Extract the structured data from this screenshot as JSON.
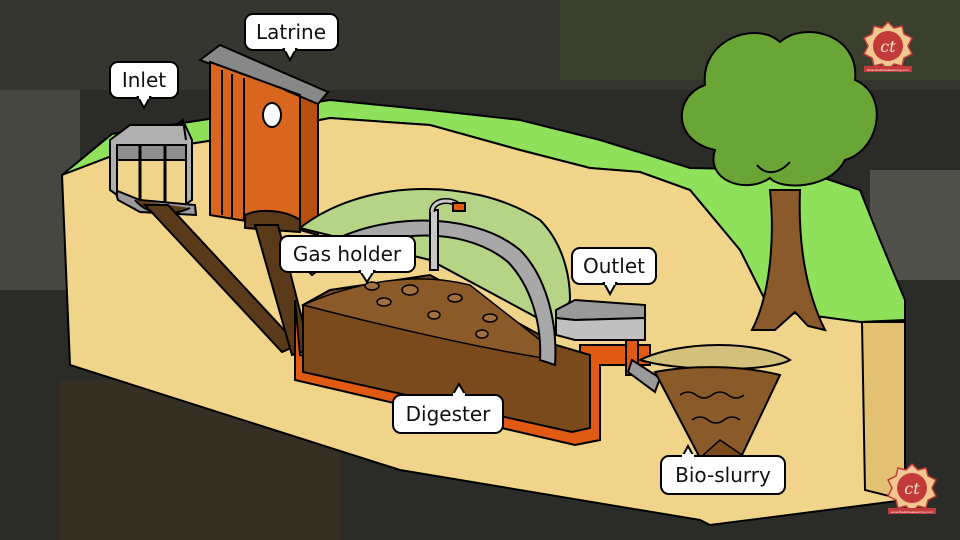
{
  "labels": {
    "inlet": "Inlet",
    "latrine": "Latrine",
    "gas_holder": "Gas holder",
    "outlet": "Outlet",
    "digester": "Digester",
    "bio_slurry": "Bio-slurry"
  },
  "logo": {
    "monogram": "ct",
    "url_text": "www.thekidzeelearning.com"
  },
  "colors": {
    "grass": "#8fe05a",
    "soil": "#f0d48a",
    "digester_fill": "#7a4a1c",
    "slurry_brown": "#8a5a28",
    "pipe_gray": "#9a9a9a",
    "latrine_orange": "#d9661e",
    "digester_outline": "#e05a14",
    "tree_green": "#6aa636",
    "trunk_brown": "#8a5a2a",
    "dome_green": "#b6d486",
    "background": "#2a2a26"
  }
}
